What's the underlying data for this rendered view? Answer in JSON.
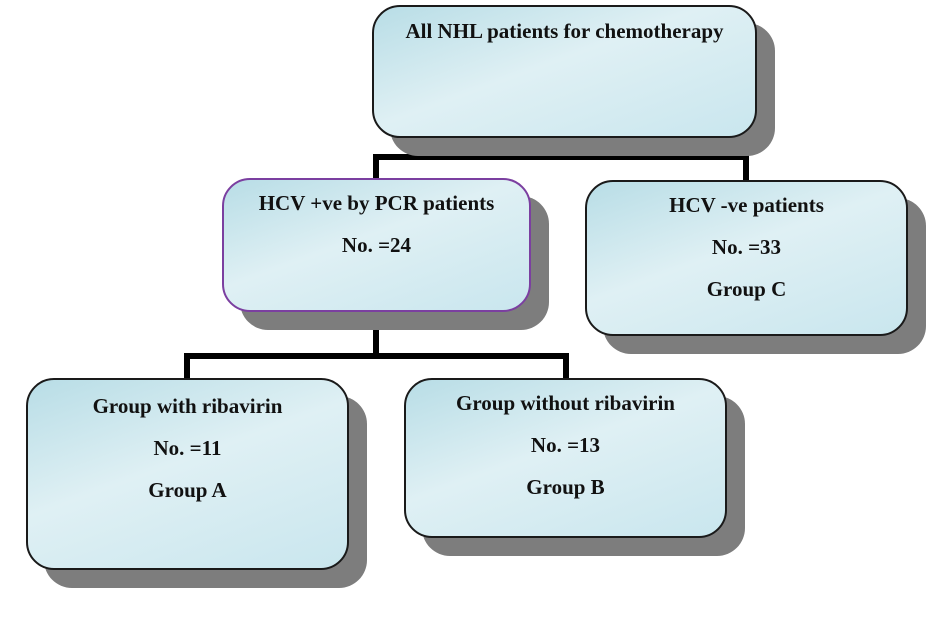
{
  "root": {
    "title": "All NHL patients for chemotherapy"
  },
  "hcv_positive": {
    "title": "HCV +ve by PCR patients",
    "count": "No. =24"
  },
  "hcv_negative": {
    "title": "HCV -ve patients",
    "count": "No. =33",
    "group": "Group C"
  },
  "with_ribavirin": {
    "title": "Group with ribavirin",
    "count": "No. =11",
    "group": "Group A"
  },
  "without_ribavirin": {
    "title": "Group without ribavirin",
    "count": "No. =13",
    "group": "Group B"
  },
  "colors": {
    "box_fill": "#c9e6ee",
    "box_border": "#1a1a1a",
    "highlight_border": "#7b3fa0",
    "shadow": "#7d7d7d",
    "connector": "#000000"
  }
}
